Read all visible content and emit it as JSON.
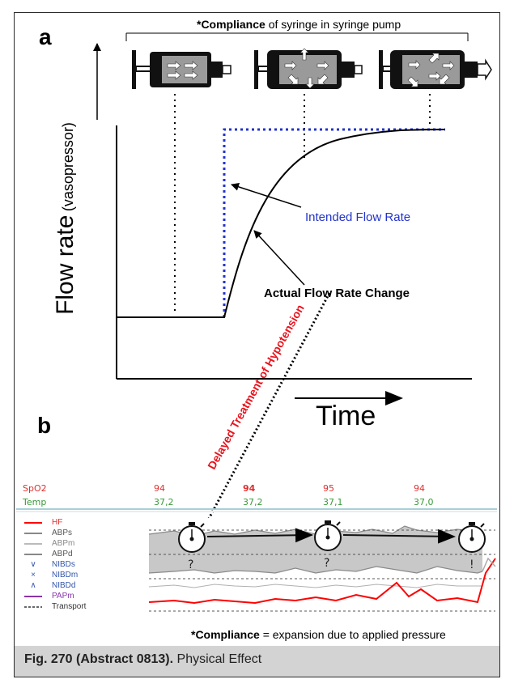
{
  "panel_a_label": "a",
  "panel_b_label": "b",
  "top_title_bold": "*Compliance",
  "top_title_rest": " of syringe in syringe pump",
  "y_axis_main": "Flow rate",
  "y_axis_sub": "(vasopressor)",
  "x_axis": "Time",
  "intended_label": "Intended Flow Rate",
  "actual_label": "Actual Flow Rate Change",
  "delayed_label": "Delayed Treatment of Hypotension",
  "monitor": {
    "rows": [
      {
        "label": "SpO2",
        "color": "#e03030",
        "values": [
          "94",
          "94",
          "95",
          "94"
        ],
        "bold_index": 1
      },
      {
        "label": "Temp",
        "color": "#3a9a3a",
        "values": [
          "37,2",
          "37,2",
          "37,1",
          "37,0"
        ],
        "bold_index": -1
      }
    ],
    "legend": [
      {
        "symbol": "line",
        "color": "#ff0000",
        "label": "HF",
        "label_color": "#e03030"
      },
      {
        "symbol": "line",
        "color": "#888888",
        "label": "ABPs",
        "label_color": "#555555"
      },
      {
        "symbol": "line",
        "color": "#bbbbbb",
        "label": "ABPm",
        "label_color": "#888888"
      },
      {
        "symbol": "line",
        "color": "#888888",
        "label": "ABPd",
        "label_color": "#555555"
      },
      {
        "symbol": "v",
        "color": "#3355aa",
        "label": "NIBDs",
        "label_color": "#3355aa"
      },
      {
        "symbol": "x",
        "color": "#3355aa",
        "label": "NIBDm",
        "label_color": "#3355aa"
      },
      {
        "symbol": "^",
        "color": "#3355aa",
        "label": "NIBDd",
        "label_color": "#3355aa"
      },
      {
        "symbol": "line",
        "color": "#8833aa",
        "label": "PAPm",
        "label_color": "#8833aa"
      },
      {
        "symbol": "dash",
        "color": "#333333",
        "label": "Transport",
        "label_color": "#333333"
      }
    ],
    "timer_marks": [
      "?",
      "?",
      "!"
    ]
  },
  "compliance_note_bold": "*Compliance",
  "compliance_note_rest": " = expansion due to applied pressure",
  "caption_bold": "Fig. 270 (Abstract 0813).",
  "caption_rest": " Physical Effect",
  "colors": {
    "intended": "#2233cc",
    "delayed": "#e8141e",
    "monitor_fill": "#c8c8c8",
    "hf": "#ff0000",
    "caption_bg": "#d3d3d3"
  }
}
